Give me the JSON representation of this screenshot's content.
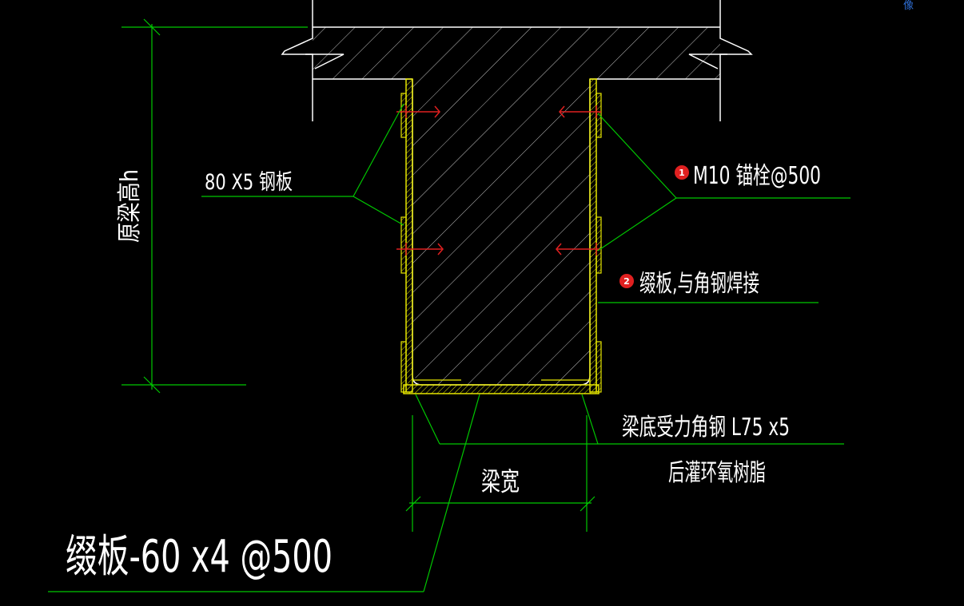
{
  "corner_tag": "像",
  "labels": {
    "steel_plate": "80 X5 钢板",
    "beam_height": "原梁高h",
    "anchor_bolt": "M10 锚栓@500",
    "batten_weld": "缀板,与角钢焊接",
    "bottom_angle": "梁底受力角钢 L75 x5",
    "epoxy": "后灌环氧树脂",
    "beam_width": "梁宽",
    "batten_spec": "缀板-60 x4 @500"
  },
  "badges": {
    "anchor": "1",
    "batten": "2"
  },
  "colors": {
    "background": "#000000",
    "leader_line": "#00c800",
    "outline": "#ffffff",
    "steel": "#e6e600",
    "anchor": "#e02020",
    "badge": "#e02020",
    "corner_tag": "#2f6fd6"
  }
}
